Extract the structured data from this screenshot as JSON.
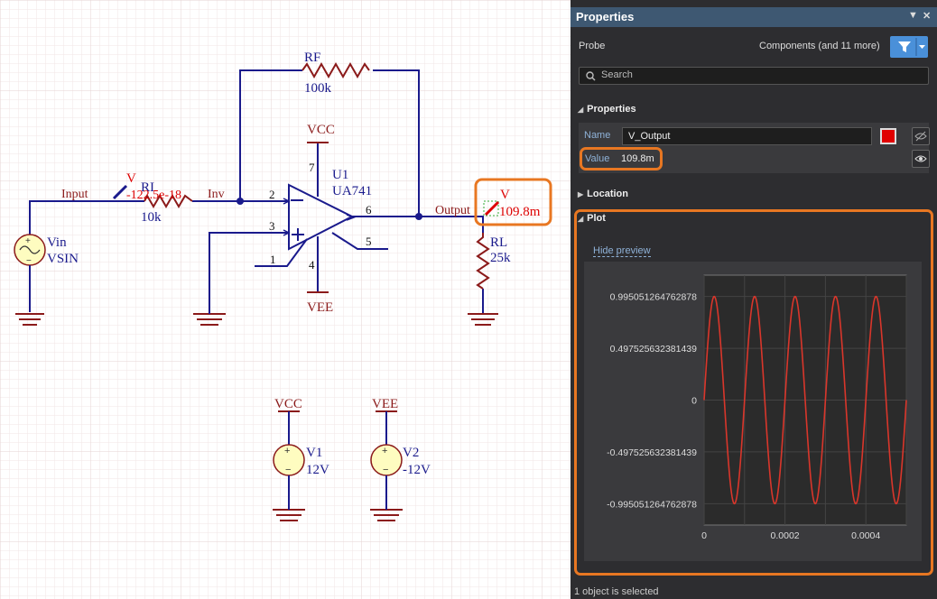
{
  "schematic": {
    "rf_label": "RF",
    "rf_value": "100k",
    "ri_label": "RI",
    "ri_value": "10k",
    "rl_label": "RL",
    "rl_value": "25k",
    "vcc_top": "VCC",
    "vee_bottom": "VEE",
    "u1_label": "U1",
    "u1_value": "UA741",
    "pin2": "2",
    "pin3": "3",
    "pin6": "6",
    "pin7": "7",
    "pin4": "4",
    "pin5": "5",
    "pin1": "1",
    "net_input": "Input",
    "net_inv": "Inv",
    "net_output": "Output",
    "probe1_v": "V",
    "probe1_value": "-122.5e-18",
    "probe2_v": "V",
    "probe2_value": "109.8m",
    "vin_label": "Vin",
    "vin_value": "VSIN",
    "v1_net": "VCC",
    "v1_label": "V1",
    "v1_value": "12V",
    "v2_net": "VEE",
    "v2_label": "V2",
    "v2_value": "-12V"
  },
  "panel": {
    "title": "Properties",
    "probe_label": "Probe",
    "filter_text": "Components (and 11 more)",
    "search_placeholder": "Search",
    "properties_section": "Properties",
    "name_label": "Name",
    "name_value": "V_Output",
    "value_label": "Value",
    "value_value": "109.8m",
    "location_section": "Location",
    "plot_section": "Plot",
    "hide_preview": "Hide preview",
    "status": "1 object is selected",
    "accent_color": "#e87722",
    "probe_color": "#e00000"
  },
  "chart_data": {
    "type": "line",
    "title": "",
    "xlabel": "",
    "ylabel": "",
    "x_ticks": [
      "0",
      "0.0002",
      "0.0004"
    ],
    "x_tick_values": [
      0,
      0.0002,
      0.0004
    ],
    "y_ticks": [
      "0.995051264762878",
      "0.497525632381439",
      "0",
      "-0.497525632381439",
      "-0.995051264762878"
    ],
    "y_tick_values": [
      0.995051264762878,
      0.497525632381439,
      0,
      -0.497525632381439,
      -0.995051264762878
    ],
    "xlim": [
      0,
      0.0005
    ],
    "ylim": [
      -1.2,
      1.2
    ],
    "grid": true,
    "series": [
      {
        "amplitude": 0.995051264762878,
        "frequency_hz": 10000,
        "x_start": 0,
        "x_end": 0.0005,
        "color": "#d9362b"
      }
    ]
  }
}
